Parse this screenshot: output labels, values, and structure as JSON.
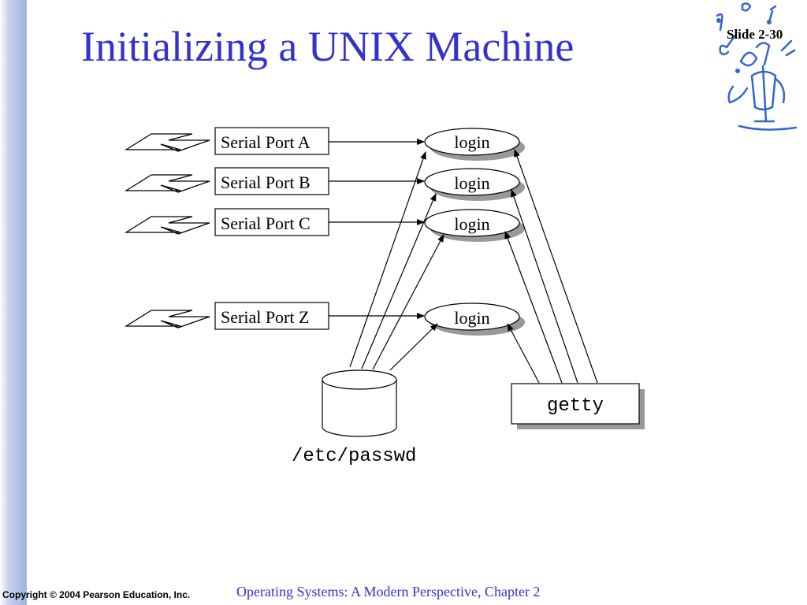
{
  "slide": {
    "title": "Initializing a UNIX Machine",
    "number": "Slide 2-30",
    "copyright": "Copyright © 2004 Pearson Education, Inc.",
    "footer": "Operating Systems: A Modern Perspective, Chapter 2"
  },
  "diagram": {
    "ports": [
      {
        "label": "Serial Port A"
      },
      {
        "label": "Serial Port B"
      },
      {
        "label": "Serial Port C"
      },
      {
        "label": "Serial Port Z"
      }
    ],
    "process_label": "login",
    "file_label": "/etc/passwd",
    "getty_label": "getty"
  },
  "colors": {
    "title": "#3333cc",
    "footer": "#3333cc",
    "shadow": "#999999",
    "logo": "#3366cc"
  },
  "icons": [
    "lightning-bolt-icon",
    "music-conductor-logo-icon"
  ]
}
